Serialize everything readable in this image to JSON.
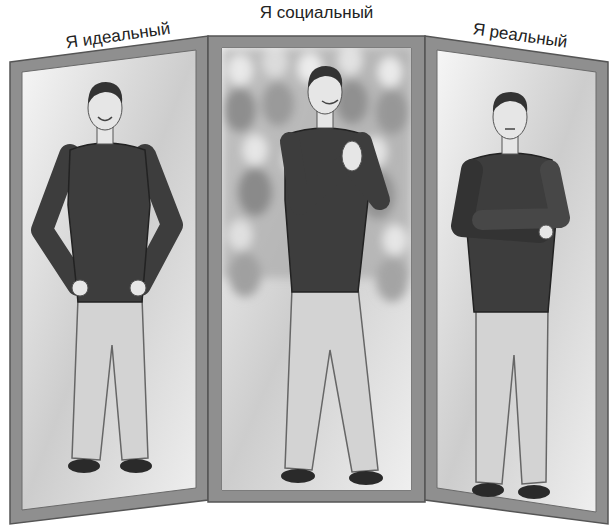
{
  "diagram": {
    "nodes": [
      {
        "text": [
          "Я идеальный"
        ]
      },
      {
        "text": [
          "Я социальный"
        ]
      },
      {
        "text": [
          "Я реальный"
        ]
      }
    ]
  }
}
